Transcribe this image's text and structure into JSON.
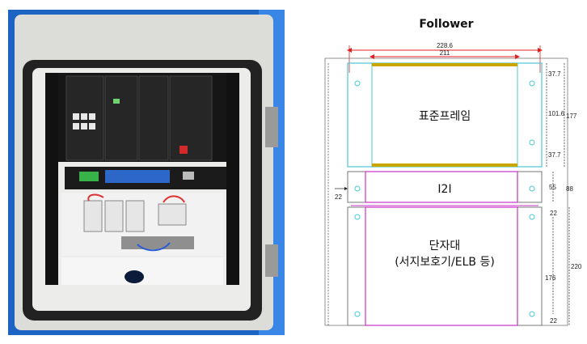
{
  "diagram": {
    "title": "Follower",
    "frame_label": "표준프레임",
    "i2i_label": "I2I",
    "terminal_label_line1": "단자대",
    "terminal_label_line2": "(서지보호기/ELB 등)",
    "dims": {
      "total_width": "228.6",
      "inner_width": "211",
      "right_seg_top": "37.7",
      "right_seg_mid": "101.6",
      "right_seg_bottom": "37.7",
      "right_total_top": "177",
      "i2i_height": "55",
      "gap_small": "22",
      "right_total_mid": "88",
      "left_offset": "22",
      "right_total_bottom": "220",
      "bottom_seg": "176",
      "bottom_gap": "22"
    },
    "colors": {
      "frame_outline": "#49c9d1",
      "panel_outline": "#c833c8",
      "dimension_line": "#e02020",
      "rail": "#c9a500"
    }
  },
  "photo": {
    "colors": {
      "enclosure_blue": "#1c63c4",
      "door_grey": "#d9d9d6",
      "rack_black": "#161616"
    }
  }
}
